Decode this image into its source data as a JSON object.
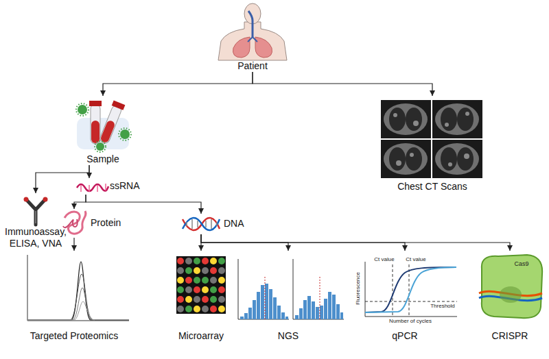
{
  "diagram": {
    "nodes": [
      {
        "text": [
          "Patient"
        ]
      },
      {
        "text": [
          "Sample"
        ]
      },
      {
        "text": [
          "Chest CT Scans"
        ]
      },
      {
        "text": [
          "Immunoassay, ELISA, VNA"
        ]
      },
      {
        "text": [
          "ssRNA"
        ]
      },
      {
        "text": [
          "Protein"
        ]
      },
      {
        "text": [
          "DNA"
        ]
      },
      {
        "text": [
          "Targeted Proteomics"
        ]
      },
      {
        "text": [
          "Microarray"
        ]
      },
      {
        "text": [
          "NGS"
        ]
      },
      {
        "text": [
          "qPCR"
        ]
      },
      {
        "text": [
          "CRISPR"
        ]
      }
    ],
    "edges": [
      {
        "from": 0,
        "to": 1,
        "arrow": "to"
      },
      {
        "from": 0,
        "to": 2,
        "arrow": "to"
      },
      {
        "from": 1,
        "to": 3,
        "arrow": "to"
      },
      {
        "from": 1,
        "to": 4,
        "arrow": "to"
      },
      {
        "from": 4,
        "to": 5,
        "arrow": "to"
      },
      {
        "from": 4,
        "to": 6,
        "arrow": "to"
      },
      {
        "from": 5,
        "to": 7,
        "arrow": "to"
      },
      {
        "from": 6,
        "to": 8,
        "arrow": "to"
      },
      {
        "from": 6,
        "to": 9,
        "arrow": "to"
      },
      {
        "from": 6,
        "to": 10,
        "arrow": "to"
      },
      {
        "from": 6,
        "to": 11,
        "arrow": "to"
      }
    ],
    "labels": [
      "Ct value",
      "Ct value",
      "Threshold",
      "Number of cycles",
      "Fluorescence",
      "Cas9"
    ]
  }
}
